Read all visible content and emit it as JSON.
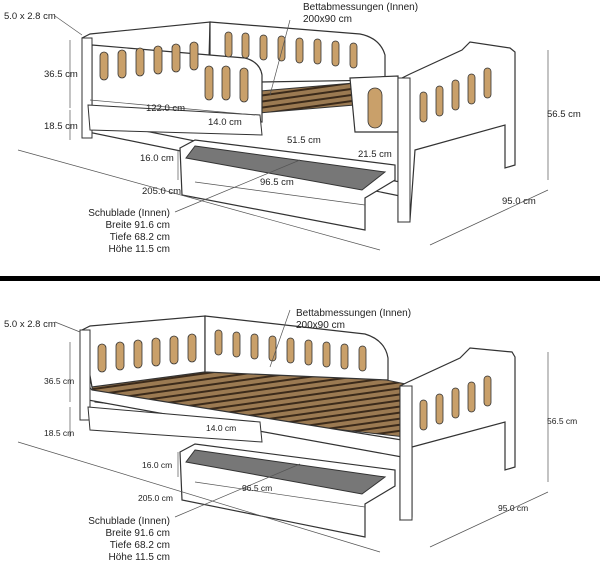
{
  "panels": [
    {
      "variant": "with-inner-rails",
      "title_line1": "Bettabmessungen (Innen)",
      "title_line2": "200x90 cm",
      "dims": {
        "post": "5.0 x 2.8 cm",
        "side_height": "36.5 cm",
        "leg_height": "18.5 cm",
        "rail_length": "122.0 cm",
        "gap": "14.0 cm",
        "inner_opening": "51.5 cm",
        "end_gap": "21.5 cm",
        "drawer_height": "16.0 cm",
        "drawer_width": "96.5 cm",
        "total_length": "205.0 cm",
        "total_width": "95.0 cm",
        "total_height": "56.5 cm"
      },
      "drawer": {
        "title": "Schublade (Innen)",
        "width": "Breite 91.6 cm",
        "depth": "Tiefe 68.2 cm",
        "height": "Höhe 11.5 cm"
      }
    },
    {
      "variant": "open-front",
      "title_line1": "Bettabmessungen (Innen)",
      "title_line2": "200x90 cm",
      "dims": {
        "post": "5.0 x 2.8 cm",
        "side_height": "36.5 cm",
        "leg_height": "18.5 cm",
        "gap": "14.0 cm",
        "drawer_height": "16.0 cm",
        "drawer_width": "96.5 cm",
        "total_length": "205.0 cm",
        "total_width": "95.0 cm",
        "total_height": "56.5 cm"
      },
      "drawer": {
        "title": "Schublade (Innen)",
        "width": "Breite 91.6 cm",
        "depth": "Tiefe 68.2 cm",
        "height": "Höhe 11.5 cm"
      }
    }
  ],
  "colors": {
    "wood": "#ffffff",
    "slats": "#8a6a45",
    "slat_dark": "#3b2a1a",
    "drawer_bottom": "#777777",
    "outline": "#333333"
  }
}
